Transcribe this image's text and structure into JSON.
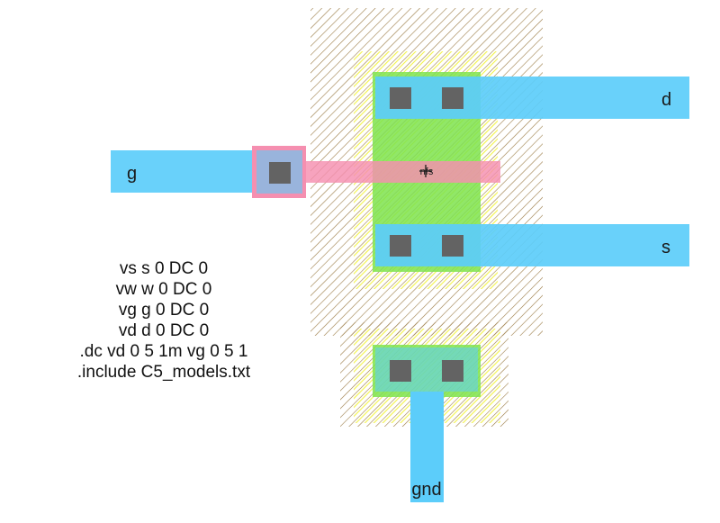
{
  "nets": {
    "g": "g",
    "d": "d",
    "s": "s",
    "gnd": "gnd"
  },
  "device_label": "nfs",
  "spice": {
    "lines": [
      "vs s 0 DC 0",
      "vw w 0 DC 0",
      "vg g 0 DC 0",
      "vd d 0 DC 0",
      ".dc vd 0 5 1m vg 0 5 1",
      ".include C5_models.txt"
    ]
  },
  "layers": {
    "metal1": "#5ccdfa",
    "poly": "#f58fb0",
    "active": "#7ee34e",
    "contact": "#636363",
    "well_hatch": "#9b7b45",
    "select_hatch": "#f2f24a"
  }
}
